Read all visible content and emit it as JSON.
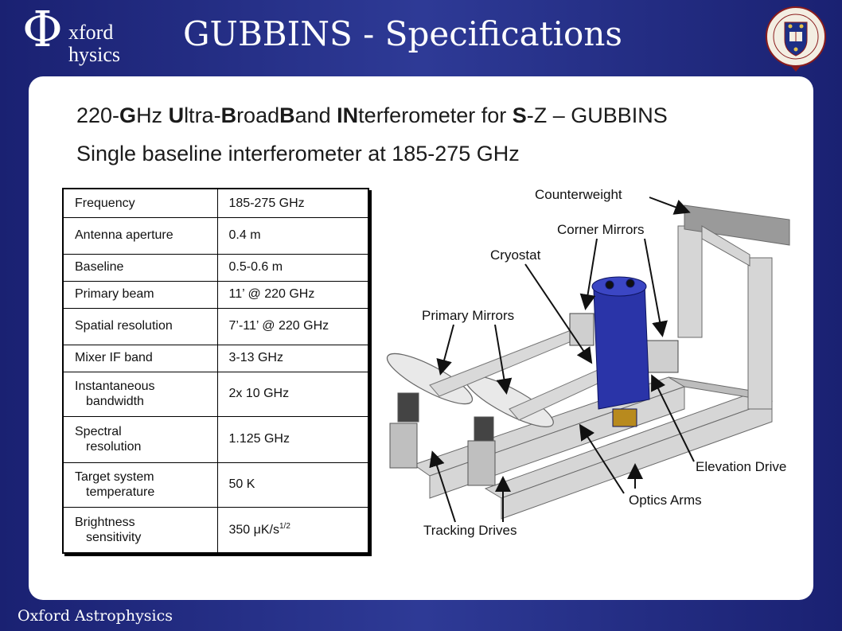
{
  "header": {
    "logo_top": "xford",
    "logo_bottom": "hysics",
    "title": "GUBBINS - Specifications"
  },
  "subtitle": {
    "line1_parts": [
      "220-",
      "G",
      "Hz ",
      "U",
      "ltra-",
      "B",
      "road",
      "B",
      "and ",
      "IN",
      "terferometer for ",
      "S",
      "-Z – GUBBINS"
    ],
    "line2": "Single baseline interferometer at 185-275 GHz"
  },
  "specs": [
    {
      "label": "Frequency",
      "value": "185-275 GHz"
    },
    {
      "label": "Antenna aperture",
      "value": "0.4 m"
    },
    {
      "label": "Baseline",
      "value": "0.5-0.6 m"
    },
    {
      "label": "Primary beam",
      "value": "11’ @ 220 GHz"
    },
    {
      "label": "Spatial resolution",
      "value": "7’-11’ @ 220 GHz"
    },
    {
      "label": "Mixer IF band",
      "value": "3-13 GHz"
    },
    {
      "label_line1": "Instantaneous",
      "label_line2": "bandwidth",
      "value": "2x 10 GHz"
    },
    {
      "label_line1": "Spectral",
      "label_line2": "resolution",
      "value": "1.125 GHz"
    },
    {
      "label_line1": "Target system",
      "label_line2": "temperature",
      "value": "50 K"
    },
    {
      "label_line1": "Brightness",
      "label_line2": "sensitivity",
      "value": "350 μK/s",
      "value_sup": "1/2"
    }
  ],
  "diagram_labels": {
    "counterweight": "Counterweight",
    "corner_mirrors": "Corner Mirrors",
    "cryostat": "Cryostat",
    "primary_mirrors": "Primary Mirrors",
    "elevation_drive": "Elevation Drive",
    "optics_arms": "Optics Arms",
    "tracking_drives": "Tracking Drives"
  },
  "footer": {
    "text": "Oxford Astrophysics"
  },
  "colors": {
    "background": "#2e3a96",
    "panel": "#ffffff",
    "cryostat": "#2a34a8",
    "frame": "#c9c9c9"
  }
}
